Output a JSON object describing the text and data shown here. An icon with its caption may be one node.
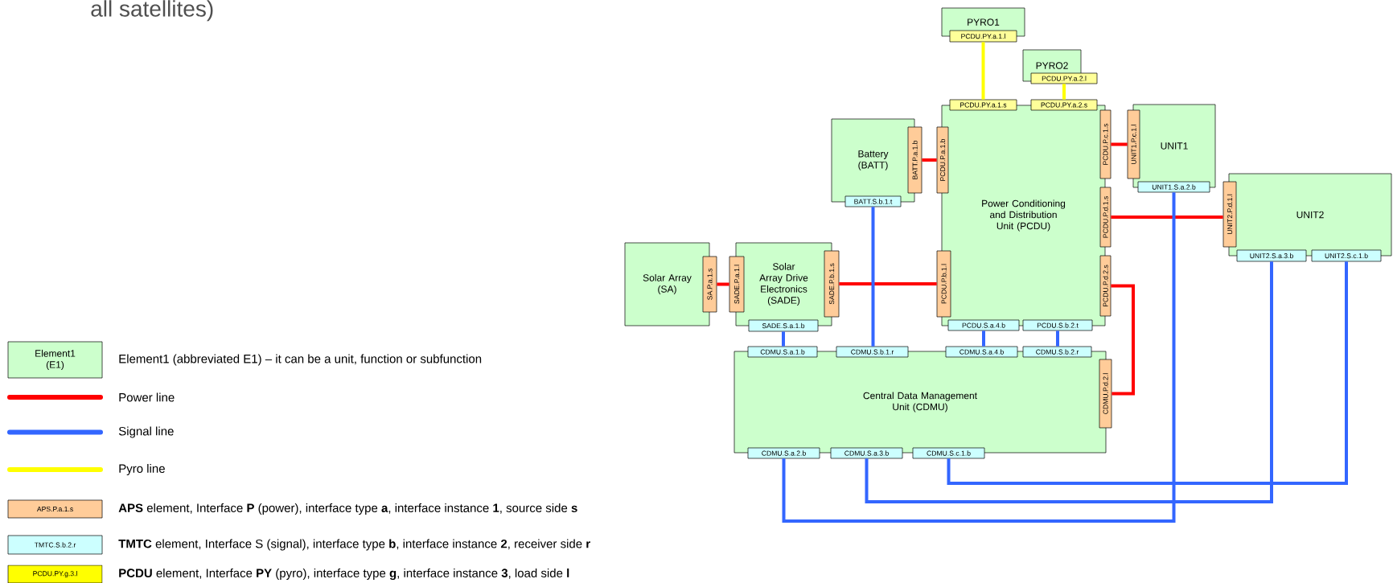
{
  "diagram": {
    "title": "all satellites)",
    "nodes": [
      {
        "text": [
          "PYRO1"
        ]
      },
      {
        "text": [
          "PCDU.PY.a.1.l"
        ]
      },
      {
        "text": [
          "PYRO2"
        ]
      },
      {
        "text": [
          "PCDU.PY.a.2.l"
        ]
      },
      {
        "text": [
          "Power Conditioning and Distribution Unit (PCDU)"
        ]
      },
      {
        "text": [
          "PCDU.PY.a.1.s"
        ]
      },
      {
        "text": [
          "PCDU.PY.a.2.s"
        ]
      },
      {
        "text": [
          "PCDU.P.a.1.b"
        ]
      },
      {
        "text": [
          "PCDU.P.c.1.s"
        ]
      },
      {
        "text": [
          "PCDU.P.d.1.s"
        ]
      },
      {
        "text": [
          "PCDU.P.b.1.l"
        ]
      },
      {
        "text": [
          "PCDU.P.d.2.s"
        ]
      },
      {
        "text": [
          "PCDU.S.a.4.b"
        ]
      },
      {
        "text": [
          "PCDU.S.b.2.t"
        ]
      },
      {
        "text": [
          "Battery (BATT)"
        ]
      },
      {
        "text": [
          "BATT.P.a.1.b"
        ]
      },
      {
        "text": [
          "BATT.S.b.1.t"
        ]
      },
      {
        "text": [
          "UNIT1"
        ]
      },
      {
        "text": [
          "UNIT1.P.c.1.l"
        ]
      },
      {
        "text": [
          "UNIT1.S.a.2.b"
        ]
      },
      {
        "text": [
          "UNIT2"
        ]
      },
      {
        "text": [
          "UNIT2.P.d.1.l"
        ]
      },
      {
        "text": [
          "UNIT2.S.a.3.b"
        ]
      },
      {
        "text": [
          "UNIT2.S.c.1.b"
        ]
      },
      {
        "text": [
          "Solar Array (SA)"
        ]
      },
      {
        "text": [
          "SA.P.a.1.s"
        ]
      },
      {
        "text": [
          "Solar Array Drive Electronics (SADE)"
        ]
      },
      {
        "text": [
          "SADE.P.a.1.l"
        ]
      },
      {
        "text": [
          "SADE.P.b.1.s"
        ]
      },
      {
        "text": [
          "SADE.S.a.1.b"
        ]
      },
      {
        "text": [
          "Central Data Management Unit (CDMU)"
        ]
      },
      {
        "text": [
          "CDMU.S.a.1.b"
        ]
      },
      {
        "text": [
          "CDMU.S.b.1.r"
        ]
      },
      {
        "text": [
          "CDMU.S.a.4.b"
        ]
      },
      {
        "text": [
          "CDMU.S.b.2.r"
        ]
      },
      {
        "text": [
          "CDMU.P.d.2.l"
        ]
      },
      {
        "text": [
          "CDMU.S.a.2.b"
        ]
      },
      {
        "text": [
          "CDMU.S.a.3.b"
        ]
      },
      {
        "text": [
          "CDMU.S.c.1.b"
        ]
      },
      {
        "text": [
          "Element1 (E1)"
        ],
        "beside": [
          "Element1 (abbreviated E1) – it can be a unit, function or subfunction"
        ]
      },
      {
        "text": [
          "APS.P.a.1.s"
        ],
        "beside": [
          "**APS** element, Interface **P** (power), interface type **a**, interface instance **1**, source side **s**"
        ]
      },
      {
        "text": [
          "TMTC.S.b.2.r"
        ],
        "beside": [
          "**TMTC** element, Interface S (signal), interface type **b**, interface instance **2**, receiver side **r**"
        ]
      },
      {
        "text": [
          "PCDU.PY.g.3.l"
        ],
        "beside": [
          "**PCDU** element, Interface **PY** (pyro), interface type **g**, interface instance **3**, load side **l**"
        ]
      }
    ],
    "edges": [
      {
        "from": 1,
        "to": 5,
        "arrow": "none",
        "color": "#ffff00"
      },
      {
        "from": 3,
        "to": 6,
        "arrow": "none",
        "color": "#ffff00"
      },
      {
        "from": 15,
        "to": 7,
        "arrow": "none",
        "color": "#ff0000"
      },
      {
        "from": 8,
        "to": 18,
        "arrow": "none",
        "color": "#ff0000"
      },
      {
        "from": 9,
        "to": 21,
        "arrow": "none",
        "color": "#ff0000"
      },
      {
        "from": 25,
        "to": 27,
        "arrow": "none",
        "color": "#ff0000"
      },
      {
        "from": 28,
        "to": 10,
        "arrow": "none",
        "color": "#ff0000"
      },
      {
        "from": 11,
        "to": 35,
        "arrow": "none",
        "color": "#ff0000"
      },
      {
        "from": 29,
        "to": 31,
        "arrow": "none"
      },
      {
        "from": 16,
        "to": 32,
        "arrow": "none"
      },
      {
        "from": 12,
        "to": 33,
        "arrow": "none"
      },
      {
        "from": 13,
        "to": 34,
        "arrow": "none"
      },
      {
        "from": 36,
        "to": 19,
        "arrow": "none"
      },
      {
        "from": 37,
        "to": 22,
        "arrow": "none"
      },
      {
        "from": 38,
        "to": 23,
        "arrow": "none"
      }
    ],
    "legend": [
      {
        "text": "Power line"
      },
      {
        "text": "Signal line"
      },
      {
        "text": "Pyro line"
      }
    ]
  }
}
